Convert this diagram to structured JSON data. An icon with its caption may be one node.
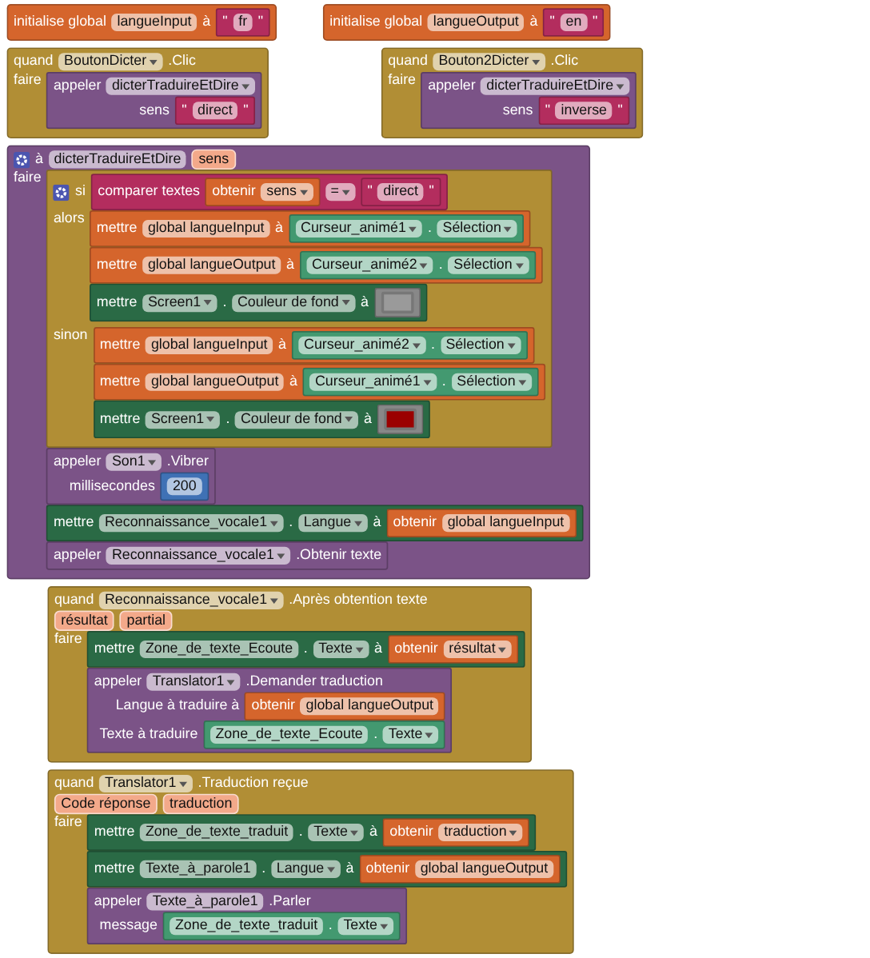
{
  "diagram": {
    "nodes": [
      {
        "text": [
          "initialise global",
          "langueInput",
          "à"
        ]
      },
      {
        "text": [
          "\"",
          "fr",
          "\""
        ],
        "in": 0
      },
      {
        "text": [
          "initialise global",
          "langueOutput",
          "à"
        ]
      },
      {
        "text": [
          "\"",
          "en",
          "\""
        ],
        "in": 2
      },
      {
        "text": [
          "quand",
          "BoutonDicter",
          ".Clic",
          "faire"
        ]
      },
      {
        "text": [
          "appeler",
          "dicterTraduireEtDire",
          "sens"
        ],
        "in": 4
      },
      {
        "text": [
          "\"",
          "direct",
          "\""
        ],
        "in": 5
      },
      {
        "text": [
          "quand",
          "Bouton2Dicter",
          ".Clic",
          "faire"
        ]
      },
      {
        "text": [
          "appeler",
          "dicterTraduireEtDire",
          "sens"
        ],
        "in": 7
      },
      {
        "text": [
          "\"",
          "inverse",
          "\""
        ],
        "in": 8
      },
      {
        "text": [
          "à",
          "dicterTraduireEtDire",
          "sens",
          "faire"
        ]
      },
      {
        "text": [
          "si",
          "alors",
          "sinon"
        ],
        "in": 10
      },
      {
        "text": [
          "comparer textes",
          "="
        ],
        "in": 11
      },
      {
        "text": [
          "obtenir",
          "sens"
        ],
        "in": 12
      },
      {
        "text": [
          "\"",
          "direct",
          "\""
        ],
        "in": 12
      },
      {
        "text": [
          "mettre",
          "global langueInput",
          "à"
        ],
        "in": 11
      },
      {
        "text": [
          "Curseur_animé1",
          ".",
          "Sélection"
        ],
        "in": 15
      },
      {
        "text": [
          "mettre",
          "global langueOutput",
          "à"
        ],
        "in": 11
      },
      {
        "text": [
          "Curseur_animé2",
          ".",
          "Sélection"
        ],
        "in": 17
      },
      {
        "text": [
          "mettre",
          "Screen1",
          ".",
          "Couleur de fond",
          "à"
        ],
        "in": 11
      },
      {
        "text": [],
        "shape": "box",
        "in": 19
      },
      {
        "text": [
          "mettre",
          "global langueInput",
          "à"
        ],
        "in": 11
      },
      {
        "text": [
          "Curseur_animé2",
          ".",
          "Sélection"
        ],
        "in": 21
      },
      {
        "text": [
          "mettre",
          "global langueOutput",
          "à"
        ],
        "in": 11
      },
      {
        "text": [
          "Curseur_animé1",
          ".",
          "Sélection"
        ],
        "in": 23
      },
      {
        "text": [
          "mettre",
          "Screen1",
          ".",
          "Couleur de fond",
          "à"
        ],
        "in": 11
      },
      {
        "text": [],
        "shape": "box",
        "in": 25
      },
      {
        "text": [
          "appeler",
          "Son1",
          ".Vibrer",
          "millisecondes"
        ],
        "in": 10
      },
      {
        "text": [
          "200"
        ],
        "in": 27
      },
      {
        "text": [
          "mettre",
          "Reconnaissance_vocale1",
          ".",
          "Langue",
          "à"
        ],
        "in": 10
      },
      {
        "text": [
          "obtenir",
          "global langueInput"
        ],
        "in": 29
      },
      {
        "text": [
          "appeler",
          "Reconnaissance_vocale1",
          ".Obtenir texte"
        ],
        "in": 10
      },
      {
        "text": [
          "quand",
          "Reconnaissance_vocale1",
          ".Après obtention texte",
          "résultat",
          "partial",
          "faire"
        ]
      },
      {
        "text": [
          "mettre",
          "Zone_de_texte_Ecoute",
          ".",
          "Texte",
          "à"
        ],
        "in": 32
      },
      {
        "text": [
          "obtenir",
          "résultat"
        ],
        "in": 33
      },
      {
        "text": [
          "appeler",
          "Translator1",
          ".Demander traduction",
          "Langue à traduire à",
          "Texte à traduire"
        ],
        "in": 32
      },
      {
        "text": [
          "obtenir",
          "global langueOutput"
        ],
        "in": 35
      },
      {
        "text": [
          "Zone_de_texte_Ecoute",
          ".",
          "Texte"
        ],
        "in": 35
      },
      {
        "text": [
          "quand",
          "Translator1",
          ".Traduction reçue",
          "Code réponse",
          "traduction",
          "faire"
        ]
      },
      {
        "text": [
          "mettre",
          "Zone_de_texte_traduit",
          ".",
          "Texte",
          "à"
        ],
        "in": 38
      },
      {
        "text": [
          "obtenir",
          "traduction"
        ],
        "in": 39
      },
      {
        "text": [
          "mettre",
          "Texte_à_parole1",
          ".",
          "Langue",
          "à"
        ],
        "in": 38
      },
      {
        "text": [
          "obtenir",
          "global langueOutput"
        ],
        "in": 41
      },
      {
        "text": [
          "appeler",
          "Texte_à_parole1",
          ".Parler",
          "message"
        ],
        "in": 38
      },
      {
        "text": [
          "Zone_de_texte_traduit",
          ".",
          "Texte"
        ],
        "in": 43
      }
    ]
  }
}
